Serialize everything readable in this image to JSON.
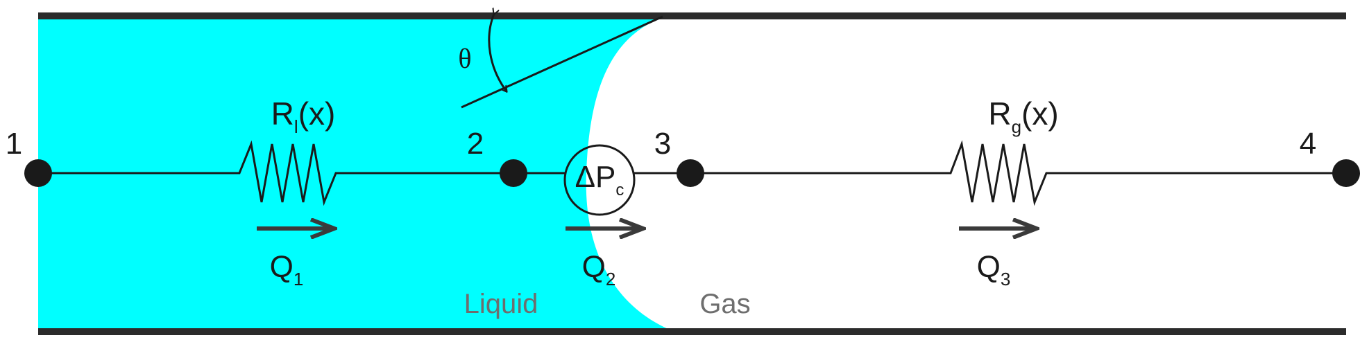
{
  "nodes": {
    "n1": "1",
    "n2": "2",
    "n3": "3",
    "n4": "4"
  },
  "resistors": {
    "liquid": {
      "base": "R",
      "sub": "l",
      "suffix": "(x)"
    },
    "gas": {
      "base": "R",
      "sub": "g",
      "suffix": "(x)"
    }
  },
  "capillary": {
    "base": "ΔP",
    "sub": "c"
  },
  "flows": {
    "q1": {
      "base": "Q",
      "sub": "1"
    },
    "q2": {
      "base": "Q",
      "sub": "2"
    },
    "q3": {
      "base": "Q",
      "sub": "3"
    }
  },
  "phases": {
    "liquid": "Liquid",
    "gas": "Gas"
  },
  "angle": "θ",
  "colors": {
    "liquid_fill": "#00ffff",
    "wall": "#2b2b2b",
    "wire": "#1a1a1a",
    "phase_text": "#6e6e6e"
  }
}
